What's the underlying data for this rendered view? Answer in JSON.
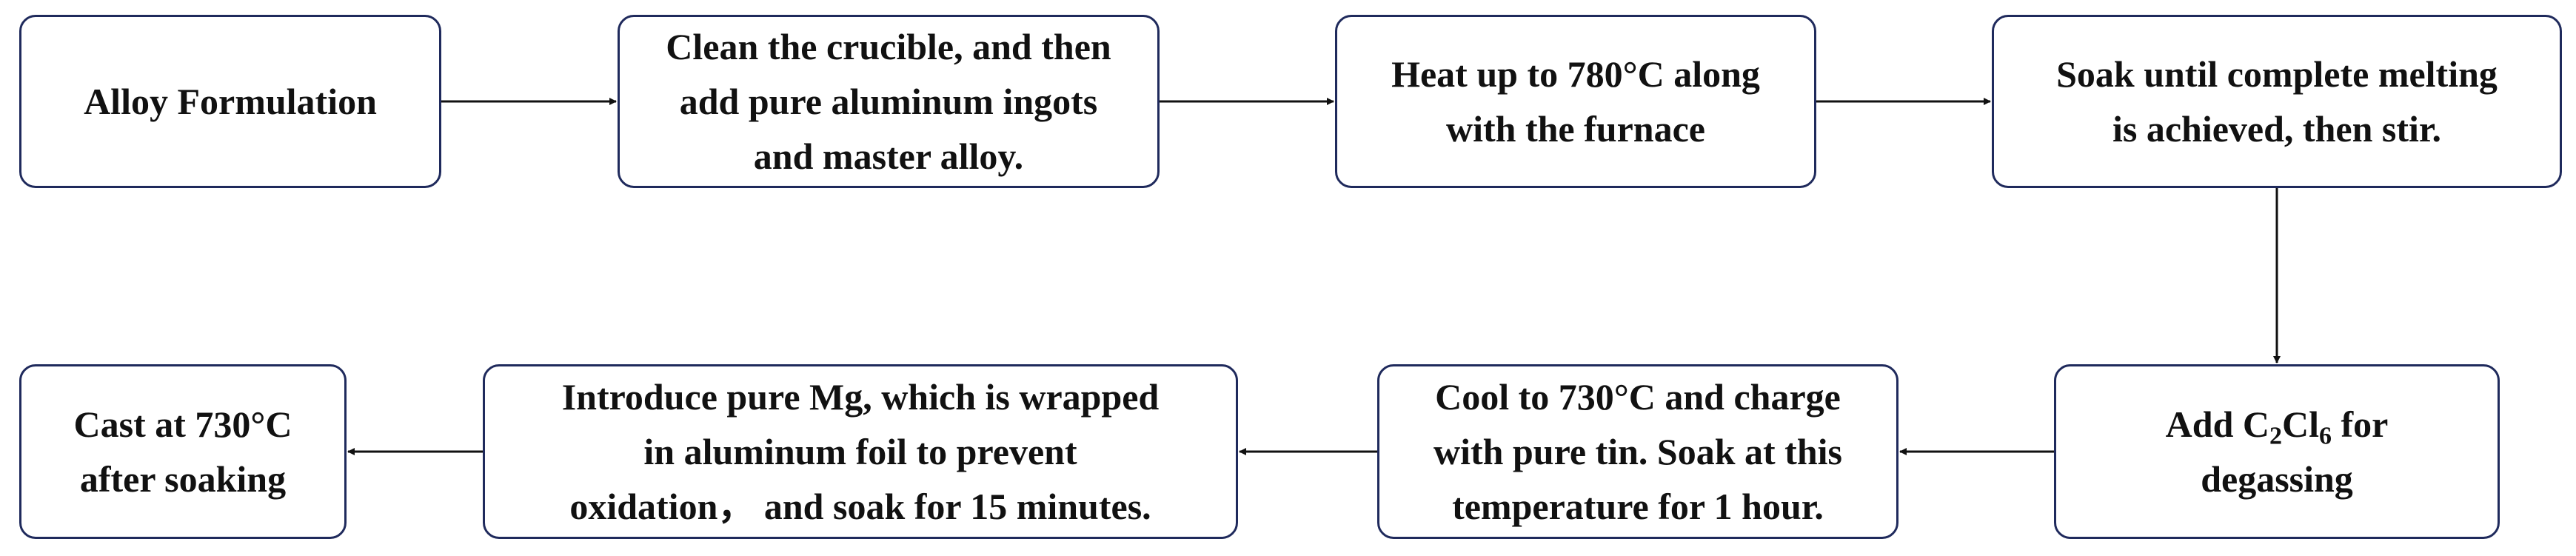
{
  "flow": {
    "steps": [
      {
        "id": "alloy-formulation",
        "lines": [
          "Alloy Formulation"
        ]
      },
      {
        "id": "clean-crucible",
        "lines": [
          "Clean the crucible, and then",
          "add pure aluminum ingots",
          "and master alloy."
        ]
      },
      {
        "id": "heat-up",
        "lines": [
          "Heat up to 780°C along",
          "with the furnace"
        ]
      },
      {
        "id": "soak-melting",
        "lines": [
          "Soak until complete melting",
          "is achieved, then stir."
        ]
      },
      {
        "id": "add-c2cl6",
        "line1_prefix": "Add C",
        "sub1": "2",
        "line1_mid": "Cl",
        "sub2": "6",
        "line1_suffix": " for",
        "line2": "degassing"
      },
      {
        "id": "cool-charge-tin",
        "lines": [
          "Cool to 730°C and charge",
          "with pure tin. Soak at this",
          "temperature for 1 hour."
        ]
      },
      {
        "id": "introduce-mg",
        "lines": [
          "Introduce pure Mg, which is wrapped",
          "in aluminum foil to prevent",
          "oxidation， and soak for 15 minutes."
        ]
      },
      {
        "id": "cast",
        "lines": [
          "Cast at 730°C",
          "after soaking"
        ]
      }
    ]
  },
  "colors": {
    "box_border": "#1f2a5c",
    "arrow": "#111111",
    "text": "#111111"
  }
}
